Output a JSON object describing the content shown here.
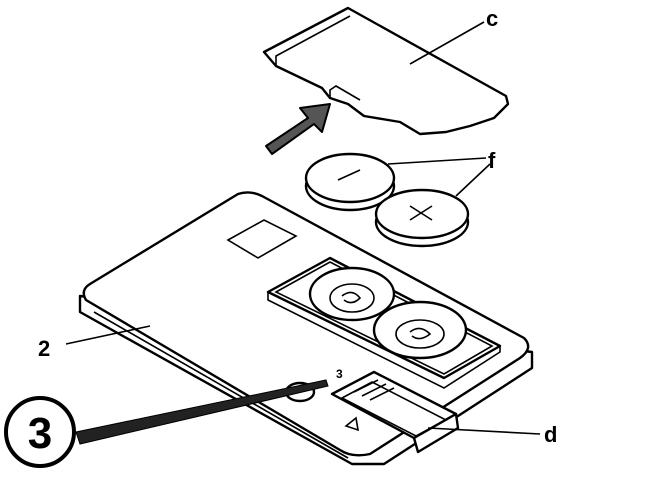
{
  "labels": {
    "cover": "c",
    "batteries": "f",
    "housing": "2",
    "step": "3",
    "battery_holder": "d"
  },
  "colors": {
    "line": "#000000",
    "background": "#ffffff",
    "arrow_fill": "#555555"
  },
  "icons": {
    "arrow": "insert-direction-arrow",
    "battery_minus": "minus-sign",
    "battery_plus": "plus-sign"
  }
}
